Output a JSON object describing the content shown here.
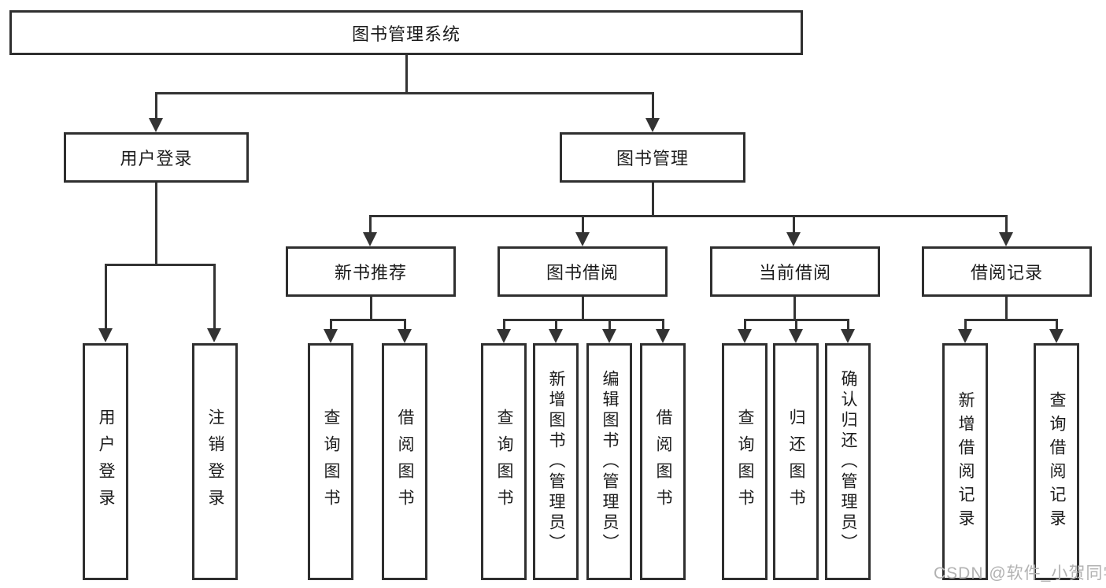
{
  "colors": {
    "line": "#333333",
    "box_border": "#2f2f2f",
    "text": "#1c1c1c",
    "watermark": "#b2b2b2",
    "background": "#ffffff"
  },
  "watermark": "CSDN @软件_小贺同学",
  "tree": {
    "root": "图书管理系统",
    "user_login": {
      "label": "用户登录",
      "children": [
        "用户登录",
        "注销登录"
      ]
    },
    "book_mgmt": {
      "label": "图书管理",
      "groups": [
        {
          "label": "新书推荐",
          "children": [
            "查询图书",
            "借阅图书"
          ]
        },
        {
          "label": "图书借阅",
          "children": [
            "查询图书",
            "新增图书（管理员）",
            "编辑图书（管理员）",
            "借阅图书"
          ]
        },
        {
          "label": "当前借阅",
          "children": [
            "查询图书",
            "归还图书",
            "确认归还（管理员）"
          ]
        },
        {
          "label": "借阅记录",
          "children": [
            "新增借阅记录",
            "查询借阅记录"
          ]
        }
      ]
    }
  }
}
